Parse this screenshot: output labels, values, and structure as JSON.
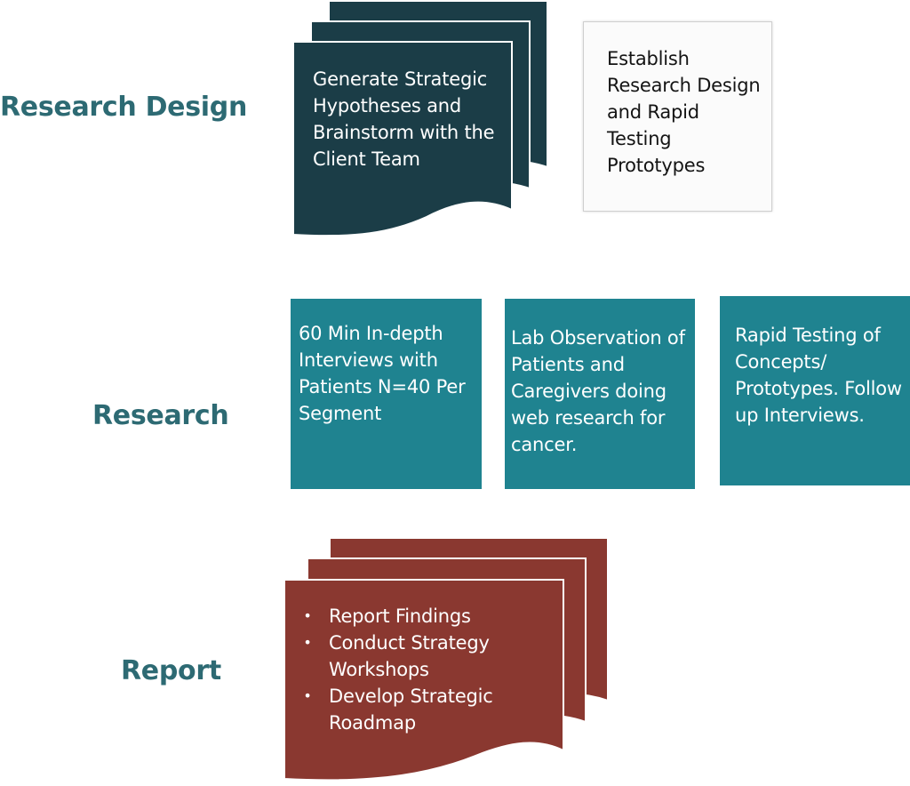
{
  "stages": {
    "design": "Research Design",
    "research": "Research",
    "report": "Report"
  },
  "design": {
    "stack_text": "Generate Strategic Hypotheses and Brainstorm with the Client Team",
    "box_text": "Establish Research Design and Rapid Testing Prototypes"
  },
  "research": {
    "boxes": [
      "60 Min In-depth Interviews with Patients N=40 Per Segment",
      "Lab Observation of Patients and Caregivers doing web research for cancer.",
      "Rapid Testing of Concepts/ Prototypes. Follow up Interviews."
    ]
  },
  "report": {
    "items": [
      "Report Findings",
      "Conduct Strategy Workshops",
      "Develop Strategic Roadmap"
    ]
  },
  "colors": {
    "stage_label": "#2d6a73",
    "design_stack": "#1b3d47",
    "research_box": "#1f8390",
    "report_stack": "#8a3830",
    "outline_box_border": "#cfcfcf"
  }
}
